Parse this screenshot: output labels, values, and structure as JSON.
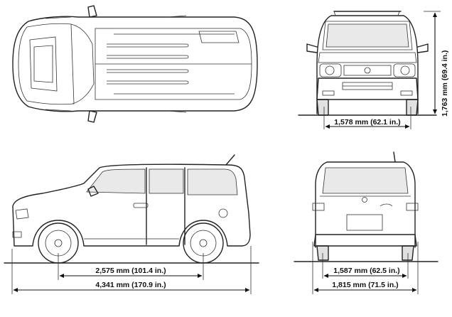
{
  "dimensions": {
    "height": "1,763 mm (69.4 in.)",
    "front_track": "1,578 mm (62.1 in.)",
    "wheelbase": "2,575 mm (101.4 in.)",
    "overall_length": "4,341 mm (170.9 in.)",
    "rear_track": "1,587 mm (62.5 in.)",
    "overall_width": "1,815 mm (71.5 in.)"
  },
  "colors": {
    "line": "#222222",
    "background": "#ffffff"
  }
}
